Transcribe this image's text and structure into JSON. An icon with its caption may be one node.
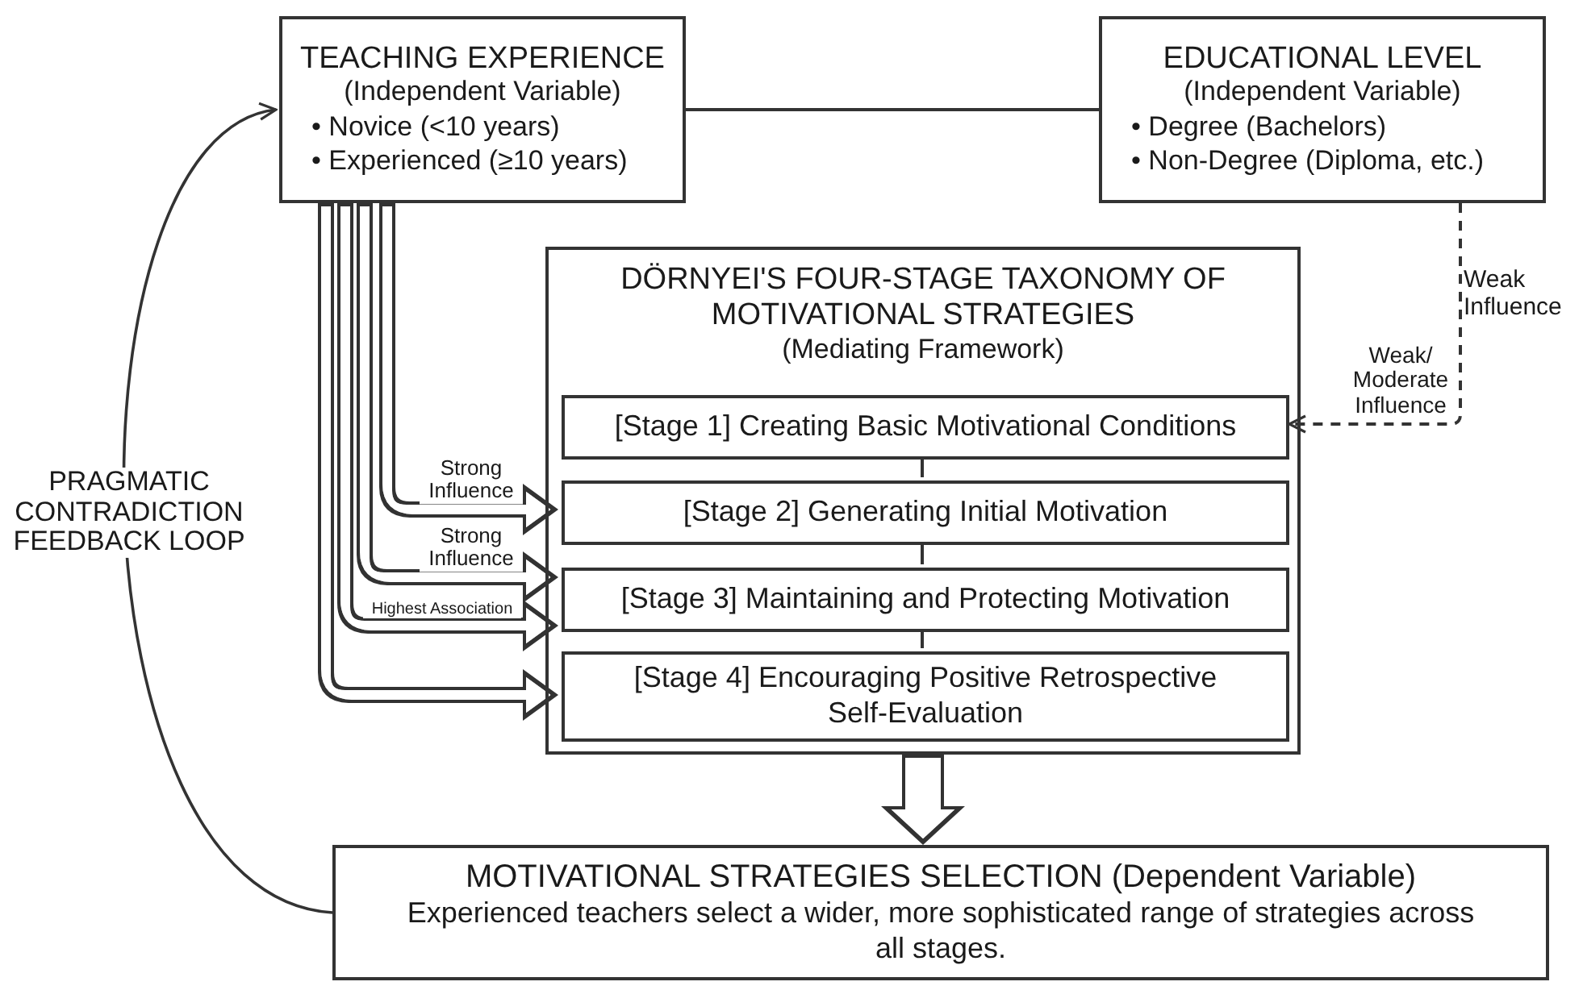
{
  "diagram": {
    "nodes": [
      {
        "text": [
          "TEACHING EXPERIENCE",
          "(Independent Variable)",
          "• Novice (<10 years)",
          "• Experienced (≥10 years)"
        ]
      },
      {
        "text": [
          "EDUCATIONAL LEVEL",
          "(Independent Variable)",
          "• Degree (Bachelors)",
          "• Non-Degree (Diploma, etc.)"
        ]
      },
      {
        "text": [
          "DÖRNYEI'S FOUR-STAGE TAXONOMY OF MOTIVATIONAL STRATEGIES",
          "(Mediating Framework)"
        ]
      },
      {
        "text": [
          "[Stage 1] Creating Basic Motivational Conditions"
        ],
        "in": 2
      },
      {
        "text": [
          "[Stage 2] Generating Initial Motivation"
        ],
        "in": 2
      },
      {
        "text": [
          "[Stage 3] Maintaining and Protecting Motivation"
        ],
        "in": 2
      },
      {
        "text": [
          "[Stage 4] Encouraging Positive Retrospective Self-Evaluation"
        ],
        "in": 2
      },
      {
        "text": [
          "MOTIVATIONAL STRATEGIES SELECTION (Dependent Variable)",
          "Experienced teachers select a wider, more sophisticated range of strategies across all stages."
        ]
      }
    ],
    "edges": [
      {
        "from": 0,
        "to": 1,
        "arrow": "none"
      },
      {
        "from": 1,
        "to": 3,
        "arrow": "to",
        "style": "dashed",
        "label": "Weak/ Moderate Influence"
      },
      {
        "from": 0,
        "to": 4,
        "arrow": "to",
        "style": "thick",
        "label": "Strong Influence"
      },
      {
        "from": 0,
        "to": 5,
        "arrow": "to",
        "style": "thick",
        "label": "Strong Influence"
      },
      {
        "from": 0,
        "to": 5,
        "arrow": "to",
        "style": "thick",
        "label": "Highest Association"
      },
      {
        "from": 0,
        "to": 6,
        "arrow": "to",
        "style": "thick"
      },
      {
        "from": 3,
        "to": 4,
        "arrow": "none"
      },
      {
        "from": 4,
        "to": 5,
        "arrow": "none"
      },
      {
        "from": 5,
        "to": 6,
        "arrow": "none"
      },
      {
        "from": 2,
        "to": 7,
        "arrow": "to",
        "style": "thick"
      },
      {
        "from": 7,
        "to": 0,
        "arrow": "to",
        "label": "PRAGMATIC CONTRADICTION FEEDBACK LOOP"
      }
    ],
    "labels": [
      "Weak Influence"
    ]
  }
}
